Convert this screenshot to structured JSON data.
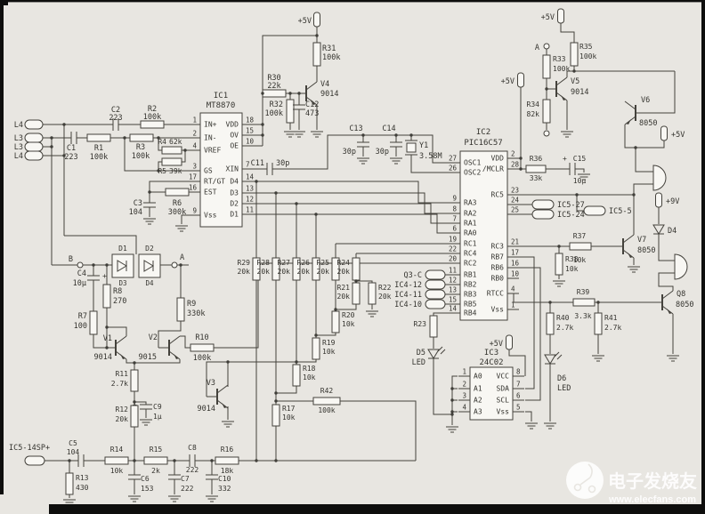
{
  "watermark": {
    "brand": "电子发烧友",
    "site": "www.elecfans.com"
  },
  "labels": {
    "p5v": "+5V",
    "p9v": "+9V",
    "a": "A",
    "b": "B"
  },
  "connectors": {
    "l4_1": "L4",
    "l3_2": "L3",
    "l3_3": "L3",
    "l4_4": "L4",
    "ic5_14sp": "IC5-14SP+",
    "q3_c": "Q3-C",
    "ic4_12": "IC4-12",
    "ic4_11": "IC4-11",
    "ic4_10": "IC4-10",
    "ic5_27": "IC5-27",
    "ic5_24": "IC5-24",
    "ic5_5": "IC5-5"
  },
  "ic1": {
    "ref": "IC1",
    "part": "MT8870",
    "pins_left": [
      {
        "n": "1",
        "name": "IN+"
      },
      {
        "n": "2",
        "name": "IN-"
      },
      {
        "n": "4",
        "name": "VREF"
      },
      {
        "n": "3",
        "name": "GS"
      },
      {
        "n": "17",
        "name": "RT/GT"
      },
      {
        "n": "16",
        "name": "EST"
      },
      {
        "n": "9",
        "name": "Vss"
      }
    ],
    "pins_right": [
      {
        "n": "18",
        "name": "VDD"
      },
      {
        "n": "15",
        "name": "OV"
      },
      {
        "n": "10",
        "name": "OE"
      },
      {
        "n": "7",
        "name": "XIN"
      },
      {
        "n": "14",
        "name": "D4"
      },
      {
        "n": "13",
        "name": "D3"
      },
      {
        "n": "12",
        "name": "D2"
      },
      {
        "n": "11",
        "name": "D1"
      }
    ]
  },
  "ic2": {
    "ref": "IC2",
    "part": "PIC16C57",
    "pins_left": [
      {
        "n": "27",
        "name": "OSC1"
      },
      {
        "n": "26",
        "name": "OSC2"
      },
      {
        "n": "9",
        "name": "RA3"
      },
      {
        "n": "8",
        "name": "RA2"
      },
      {
        "n": "7",
        "name": "RA1"
      },
      {
        "n": "6",
        "name": "RA0"
      },
      {
        "n": "19",
        "name": "RC1"
      },
      {
        "n": "22",
        "name": "RC4"
      },
      {
        "n": "20",
        "name": "RC2"
      },
      {
        "n": "11",
        "name": "RB1"
      },
      {
        "n": "12",
        "name": "RB2"
      },
      {
        "n": "13",
        "name": "RB3"
      },
      {
        "n": "15",
        "name": "RB5"
      },
      {
        "n": "14",
        "name": "RB4"
      }
    ],
    "pins_right": [
      {
        "n": "2",
        "name": "VDD"
      },
      {
        "n": "28",
        "name": "/MCLR"
      },
      {
        "n": "23",
        "name": "RC5"
      },
      {
        "n": "24",
        "name": ""
      },
      {
        "n": "25",
        "name": ""
      },
      {
        "n": "21",
        "name": "RC3"
      },
      {
        "n": "17",
        "name": "RB7"
      },
      {
        "n": "16",
        "name": "RB6"
      },
      {
        "n": "10",
        "name": "RB0"
      },
      {
        "n": "4",
        "name": "RTCC"
      },
      {
        "n": "1",
        "name": "Vss"
      }
    ]
  },
  "ic3": {
    "ref": "IC3",
    "part": "24C02",
    "pins_left": [
      {
        "n": "1",
        "name": "A0"
      },
      {
        "n": "2",
        "name": "A1"
      },
      {
        "n": "3",
        "name": "A2"
      },
      {
        "n": "4",
        "name": "A3"
      }
    ],
    "pins_right": [
      {
        "n": "8",
        "name": "VCC"
      },
      {
        "n": "7",
        "name": "SDA"
      },
      {
        "n": "6",
        "name": "SCL"
      },
      {
        "n": "5",
        "name": "Vss"
      }
    ]
  },
  "parts": {
    "R1": {
      "ref": "R1",
      "val": "100k"
    },
    "R2": {
      "ref": "R2",
      "val": "100k"
    },
    "R3": {
      "ref": "R3",
      "val": "100k"
    },
    "R4": {
      "ref": "R4",
      "val": "62k"
    },
    "R5": {
      "ref": "R5",
      "val": "39k"
    },
    "R6": {
      "ref": "R6",
      "val": "300k"
    },
    "R7": {
      "ref": "R7",
      "val": "100"
    },
    "R8": {
      "ref": "R8",
      "val": "270"
    },
    "R9": {
      "ref": "R9",
      "val": "330k"
    },
    "R10": {
      "ref": "R10",
      "val": "100k"
    },
    "R11": {
      "ref": "R11",
      "val": "2.7k"
    },
    "R12": {
      "ref": "R12",
      "val": "20k"
    },
    "R13": {
      "ref": "R13",
      "val": "430"
    },
    "R14": {
      "ref": "R14",
      "val": "10k"
    },
    "R15": {
      "ref": "R15",
      "val": "2k"
    },
    "R16": {
      "ref": "R16",
      "val": "18k"
    },
    "R17": {
      "ref": "R17",
      "val": "10k"
    },
    "R18": {
      "ref": "R18",
      "val": "10k"
    },
    "R19": {
      "ref": "R19",
      "val": "10k"
    },
    "R20": {
      "ref": "R20",
      "val": "10k"
    },
    "R21": {
      "ref": "R21",
      "val": "20k"
    },
    "R22": {
      "ref": "R22",
      "val": "20k"
    },
    "R23": {
      "ref": "R23"
    },
    "R24": {
      "ref": "R24",
      "val": "20k"
    },
    "R25": {
      "ref": "R25",
      "val": "20k"
    },
    "R26": {
      "ref": "R26",
      "val": "20k"
    },
    "R27": {
      "ref": "R27",
      "val": "20k"
    },
    "R28": {
      "ref": "R28",
      "val": "20k"
    },
    "R29": {
      "ref": "R29",
      "val": "20k"
    },
    "R30": {
      "ref": "R30",
      "val": "22k"
    },
    "R31": {
      "ref": "R31",
      "val": "100k"
    },
    "R32": {
      "ref": "R32",
      "val": "100k"
    },
    "R33": {
      "ref": "R33",
      "val": "100k"
    },
    "R34": {
      "ref": "R34",
      "val": "82k"
    },
    "R35": {
      "ref": "R35",
      "val": "100k"
    },
    "R36": {
      "ref": "R36",
      "val": "33k"
    },
    "R37": {
      "ref": "R37",
      "val": "10k"
    },
    "R38": {
      "ref": "R38",
      "val": "10k"
    },
    "R39": {
      "ref": "R39",
      "val": "3.3k"
    },
    "R40": {
      "ref": "R40",
      "val": "2.7k"
    },
    "R41": {
      "ref": "R41",
      "val": "2.7k"
    },
    "R42": {
      "ref": "R42",
      "val": "100k"
    },
    "C1": {
      "ref": "C1",
      "val": "223"
    },
    "C2": {
      "ref": "C2",
      "val": "223"
    },
    "C3": {
      "ref": "C3",
      "val": "104"
    },
    "C4": {
      "ref": "C4",
      "val": "10µ"
    },
    "C5": {
      "ref": "C5",
      "val": "104"
    },
    "C6": {
      "ref": "C6",
      "val": "153"
    },
    "C7": {
      "ref": "C7",
      "val": "222"
    },
    "C8": {
      "ref": "C8",
      "val": "222"
    },
    "C9": {
      "ref": "C9",
      "val": "1µ"
    },
    "C10": {
      "ref": "C10",
      "val": "332"
    },
    "C11": {
      "ref": "C11",
      "val": "30p"
    },
    "C12": {
      "ref": "C12",
      "val": "473"
    },
    "C13": {
      "ref": "C13",
      "val": "30p"
    },
    "C14": {
      "ref": "C14",
      "val": "30p"
    },
    "C15": {
      "ref": "C15",
      "val": "10µ"
    },
    "Y1": {
      "ref": "Y1",
      "val": "3.58M"
    },
    "V1": {
      "ref": "V1",
      "val": "9014"
    },
    "V2": {
      "ref": "V2",
      "val": "9015"
    },
    "V3": {
      "ref": "V3",
      "val": "9014"
    },
    "V4": {
      "ref": "V4",
      "val": "9014"
    },
    "V5": {
      "ref": "V5",
      "val": "9014"
    },
    "V6": {
      "ref": "V6",
      "val": "8050"
    },
    "V7": {
      "ref": "V7",
      "val": "8050"
    },
    "Q8": {
      "ref": "Q8",
      "val": "8050"
    },
    "D1": {
      "ref": "D1"
    },
    "D2": {
      "ref": "D2"
    },
    "D3": {
      "ref": "D3"
    },
    "D4a": {
      "ref": "D4"
    },
    "D4": {
      "ref": "D4"
    },
    "D5": {
      "ref": "D5",
      "val": "LED"
    },
    "D6": {
      "ref": "D6",
      "val": "LED"
    }
  }
}
